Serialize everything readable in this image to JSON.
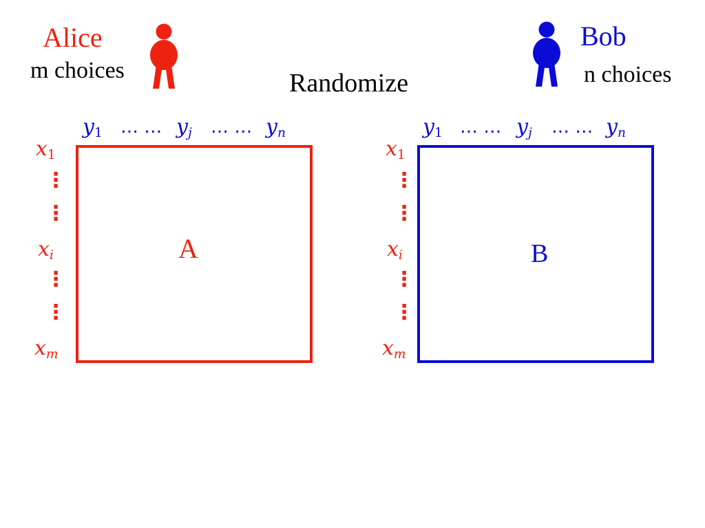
{
  "colors": {
    "alice": "#ee2211",
    "bob": "#0b0bd6",
    "text": "#000000"
  },
  "title": "Randomize",
  "alice": {
    "name": "Alice",
    "choices": "m choices",
    "icon": "person-icon"
  },
  "bob": {
    "name": "Bob",
    "choices": "n choices",
    "icon": "person-icon"
  },
  "matrices": [
    {
      "label": "A",
      "cols": {
        "first": "y",
        "first_sub": "1",
        "dots1": "… …",
        "mid": "y",
        "mid_sub": "j",
        "dots2": "… …",
        "last": "y",
        "last_sub": "n"
      },
      "rows": {
        "first": "x",
        "first_sub": "1",
        "mid": "x",
        "mid_sub": "i",
        "last": "x",
        "last_sub": "m"
      }
    },
    {
      "label": "B",
      "cols": {
        "first": "y",
        "first_sub": "1",
        "dots1": "… …",
        "mid": "y",
        "mid_sub": "j",
        "dots2": "… …",
        "last": "y",
        "last_sub": "n"
      },
      "rows": {
        "first": "x",
        "first_sub": "1",
        "mid": "x",
        "mid_sub": "i",
        "last": "x",
        "last_sub": "m"
      }
    }
  ]
}
